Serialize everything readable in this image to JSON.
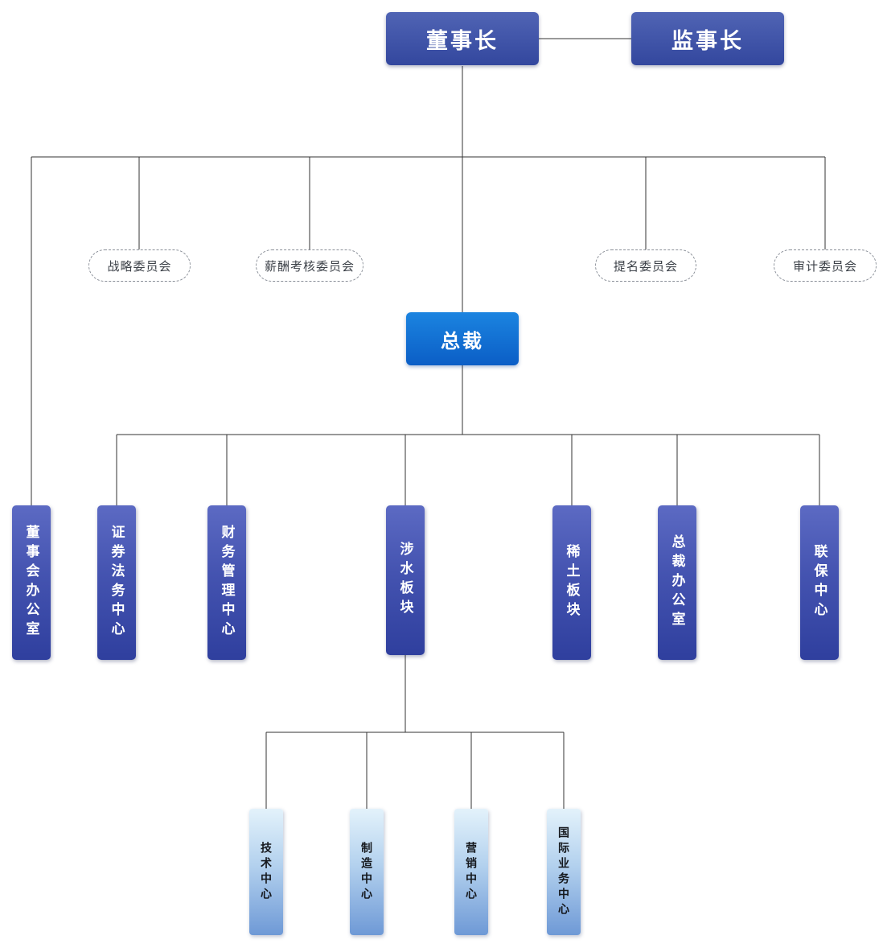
{
  "nodes": {
    "chairman": {
      "label": "董事长"
    },
    "supervisor": {
      "label": "监事长"
    },
    "committees": [
      {
        "label": "战略委员会"
      },
      {
        "label": "薪酬考核委员会"
      },
      {
        "label": "提名委员会"
      },
      {
        "label": "审计委员会"
      }
    ],
    "president": {
      "label": "总裁"
    },
    "departments": [
      {
        "label": "董事会办公室",
        "reports_to": "董事长"
      },
      {
        "label": "证券法务中心",
        "reports_to": "总裁"
      },
      {
        "label": "财务管理中心",
        "reports_to": "总裁"
      },
      {
        "label": "涉水板块",
        "reports_to": "总裁"
      },
      {
        "label": "稀土板块",
        "reports_to": "总裁"
      },
      {
        "label": "总裁办公室",
        "reports_to": "总裁"
      },
      {
        "label": "联保中心",
        "reports_to": "总裁"
      }
    ],
    "sub_departments": [
      {
        "label": "技术中心",
        "reports_to": "涉水板块"
      },
      {
        "label": "制造中心",
        "reports_to": "涉水板块"
      },
      {
        "label": "营销中心",
        "reports_to": "涉水板块"
      },
      {
        "label": "国际业务中心",
        "reports_to": "涉水板块"
      }
    ]
  },
  "colors": {
    "executive_box": "#3b4fa2",
    "president_box": "#0f6ccd",
    "department_box": "#4453b0",
    "sub_department_box": "#6e99d6",
    "committee_border": "#8a8f98",
    "connector": "#333333"
  }
}
